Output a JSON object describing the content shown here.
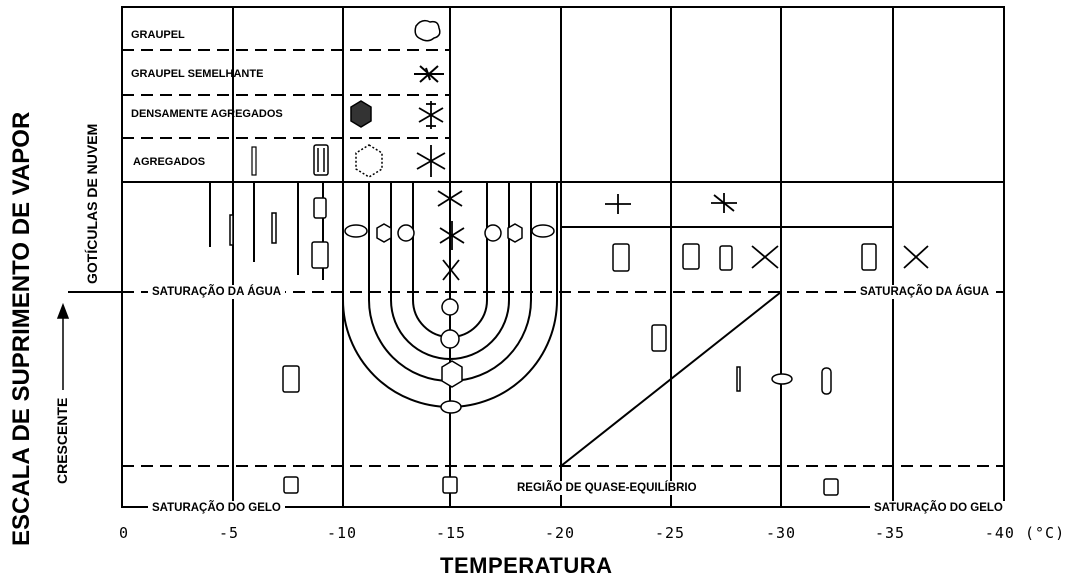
{
  "axes": {
    "x_title": "TEMPERATURA",
    "y_title": "ESCALA DE SUPRIMENTO DE VAPOR",
    "y_direction": "CRESCENTE",
    "region_label": "GOTÍCULAS DE NUVEM",
    "x_ticks": [
      "0",
      "-5",
      "-10",
      "-15",
      "-20",
      "-25",
      "-30",
      "-35",
      "-40 (°C)"
    ]
  },
  "legend": {
    "rows": [
      "GRAUPEL",
      "GRAUPEL SEMELHANTE",
      "DENSAMENTE AGREGADOS",
      "AGREGADOS"
    ]
  },
  "labels": {
    "water_saturation_left": "SATURAÇÃO DA ÁGUA",
    "water_saturation_right": "SATURAÇÃO DA ÁGUA",
    "ice_saturation_left": "SATURAÇÃO DO GELO",
    "ice_saturation_right": "SATURAÇÃO DO GELO",
    "quasi_equilibrium": "REGIÃO DE QUASE-EQUILÍBRIO"
  },
  "icons": [
    "graupel-icon",
    "rimed-dendrite-icon",
    "hex-plate-icon",
    "dendrite-icon",
    "needle-icon",
    "column-icon",
    "bullet-rosette-icon",
    "sector-plate-icon",
    "thick-plate-icon",
    "hollow-column-icon",
    "bullet-icon"
  ]
}
